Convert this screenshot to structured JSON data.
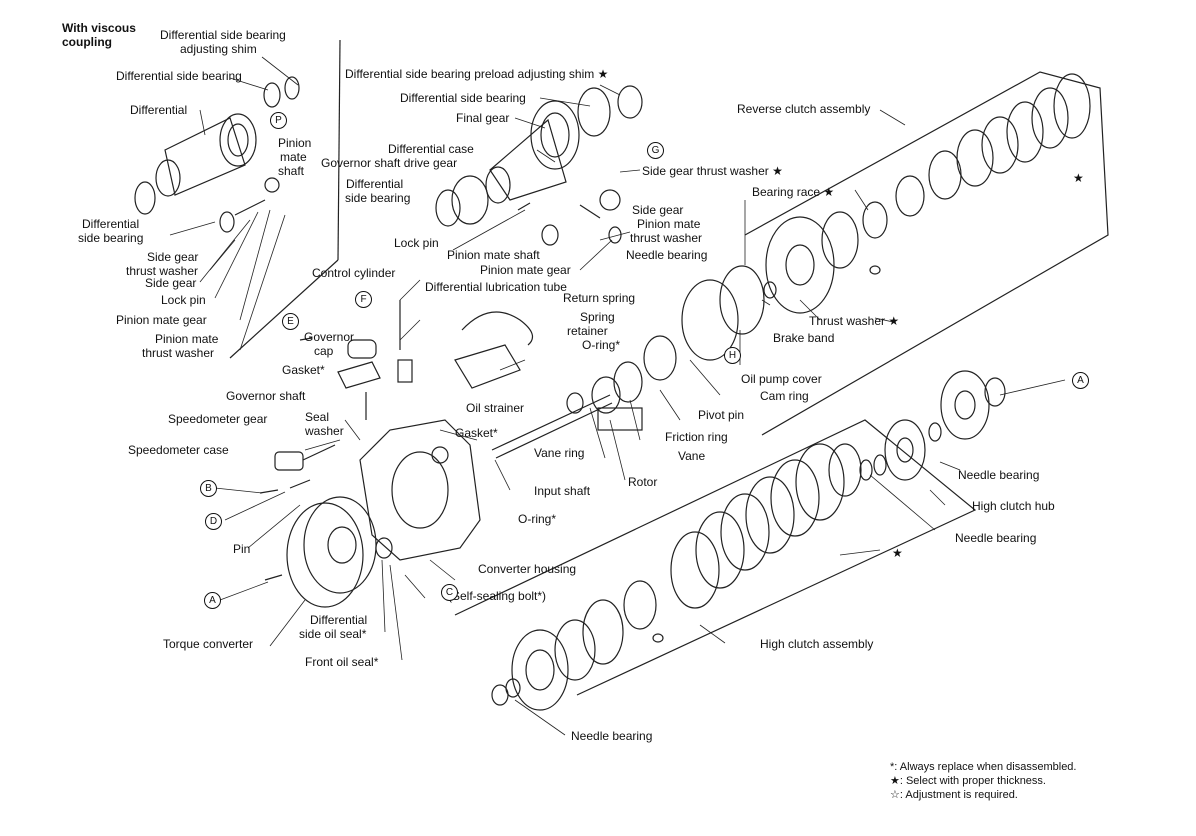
{
  "labels": {
    "viscous1": "With viscous",
    "viscous2": "coupling",
    "l_dsbas1": "Differential side bearing",
    "l_dsbas2": "adjusting shim",
    "l_dsb": "Differential side bearing",
    "l_diff": "Differential",
    "l_pms1": "Pinion",
    "l_pms2": "mate",
    "l_pms3": "shaft",
    "l_dsb2a": "Differential",
    "l_dsb2b": "side bearing",
    "l_sgtw1": "Side gear",
    "l_sgtw2": "thrust washer",
    "l_sg": "Side gear",
    "l_lp": "Lock pin",
    "l_pmg": "Pinion mate gear",
    "l_pmtw1": "Pinion mate",
    "l_pmtw2": "thrust washer",
    "c_preload": "Differential side bearing preload adjusting shim",
    "c_dsb": "Differential side bearing",
    "c_fg": "Final gear",
    "c_dc": "Differential case",
    "c_gsdg": "Governor shaft drive gear",
    "c_dsb2a": "Differential",
    "c_dsb2b": "side bearing",
    "c_lp": "Lock pin",
    "c_sgtw": "Side gear thrust washer",
    "c_sg": "Side gear",
    "c_pmtw1": "Pinion mate",
    "c_pmtw2": "thrust washer",
    "c_pms": "Pinion mate shaft",
    "c_pmg": "Pinion mate gear",
    "rca": "Reverse clutch assembly",
    "br": "Bearing race",
    "nb1": "Needle bearing",
    "tw": "Thrust washer",
    "bb": "Brake band",
    "opc": "Oil pump cover",
    "cc": "Control cylinder",
    "dlt": "Differential lubrication tube",
    "rs": "Return spring",
    "sr1": "Spring",
    "sr2": "retainer",
    "or1": "O-ring*",
    "gc1": "Governor",
    "gc2": "cap",
    "gk1": "Gasket*",
    "os": "Oil strainer",
    "camr": "Cam ring",
    "pp": "Pivot pin",
    "gs": "Governor shaft",
    "spg": "Speedometer gear",
    "sw1": "Seal",
    "sw2": "washer",
    "gk2": "Gasket*",
    "fr": "Friction ring",
    "spc": "Speedometer case",
    "vr": "Vane ring",
    "vane": "Vane",
    "rotor": "Rotor",
    "is": "Input shaft",
    "or2": "O-ring*",
    "pin": "Pin",
    "ch": "Converter housing",
    "ssb": "(Self-sealing bolt*)",
    "dso1": "Differential",
    "dso2": "side oil seal*",
    "tc": "Torque converter",
    "fos": "Front oil seal*",
    "nb2": "Needle bearing",
    "hch": "High clutch hub",
    "nb3": "Needle bearing",
    "hca": "High clutch assembly",
    "nb4": "Needle bearing"
  },
  "callouts": {
    "P": "P",
    "G": "G",
    "E": "E",
    "F": "F",
    "H": "H",
    "A1": "A",
    "B": "B",
    "D": "D",
    "C": "C",
    "A2": "A"
  },
  "legend": {
    "l1": "*: Always replace when disassembled.",
    "l2": "★: Select with proper thickness.",
    "l3": "☆: Adjustment is required."
  },
  "stars": {
    "s1": "★",
    "s2": "★",
    "s3": "★",
    "s4": "★",
    "s5": "★",
    "s6": "★"
  }
}
